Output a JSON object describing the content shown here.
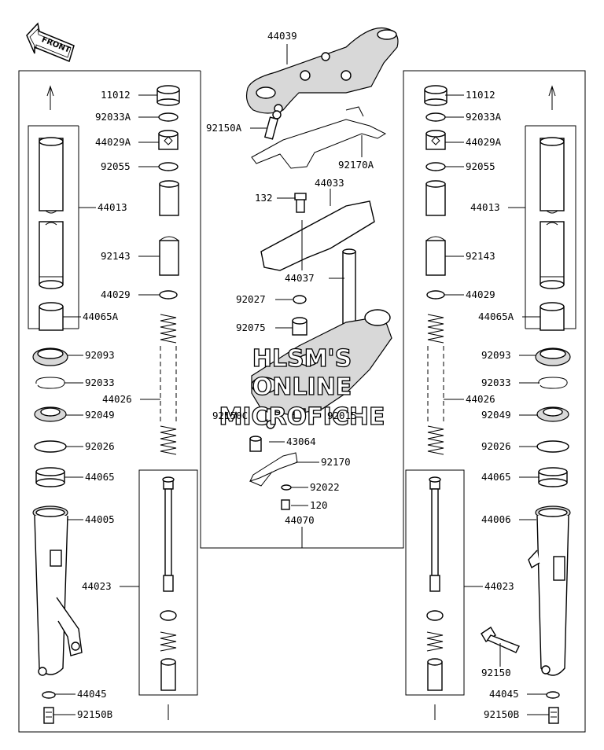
{
  "front_label": "FRONT",
  "watermark": [
    "HLSM'S",
    "ONLINE",
    "MICROFICHE"
  ],
  "center_labels": {
    "l44039": "44039",
    "l92150A": "92150A",
    "l92170A": "92170A",
    "l132": "132",
    "l44033": "44033",
    "l44037": "44037",
    "l92027": "92027",
    "l92075": "92075",
    "l92150C": "92150C",
    "l92015": "92015",
    "l43064": "43064",
    "l92170": "92170",
    "l92022": "92022",
    "l120": "120",
    "l44070": "44070"
  },
  "left_labels": {
    "l11012": "11012",
    "l92033A": "92033A",
    "l44029A": "44029A",
    "l92055": "92055",
    "l44013": "44013",
    "l92143": "92143",
    "l44029": "44029",
    "l44065A": "44065A",
    "l92093": "92093",
    "l92033": "92033",
    "l44026": "44026",
    "l92049": "92049",
    "l92026": "92026",
    "l44065": "44065",
    "l44005": "44005",
    "l44023": "44023",
    "l44045": "44045",
    "l92150B": "92150B"
  },
  "right_labels": {
    "l11012": "11012",
    "l92033A": "92033A",
    "l44029A": "44029A",
    "l92055": "92055",
    "l44013": "44013",
    "l92143": "92143",
    "l44029": "44029",
    "l44065A": "44065A",
    "l92093": "92093",
    "l92033": "92033",
    "l44026": "44026",
    "l92049": "92049",
    "l92026": "92026",
    "l44065": "44065",
    "l44006": "44006",
    "l44023": "44023",
    "l92150": "92150",
    "l44045": "44045",
    "l92150B": "92150B"
  }
}
